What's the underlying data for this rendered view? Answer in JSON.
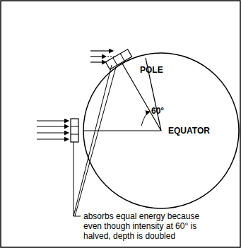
{
  "diagram": {
    "labels": [
      "POLE",
      "60°",
      "EQUATOR",
      "absorbs equal energy because even though intensity at 60° is halved, depth is doubled"
    ]
  }
}
